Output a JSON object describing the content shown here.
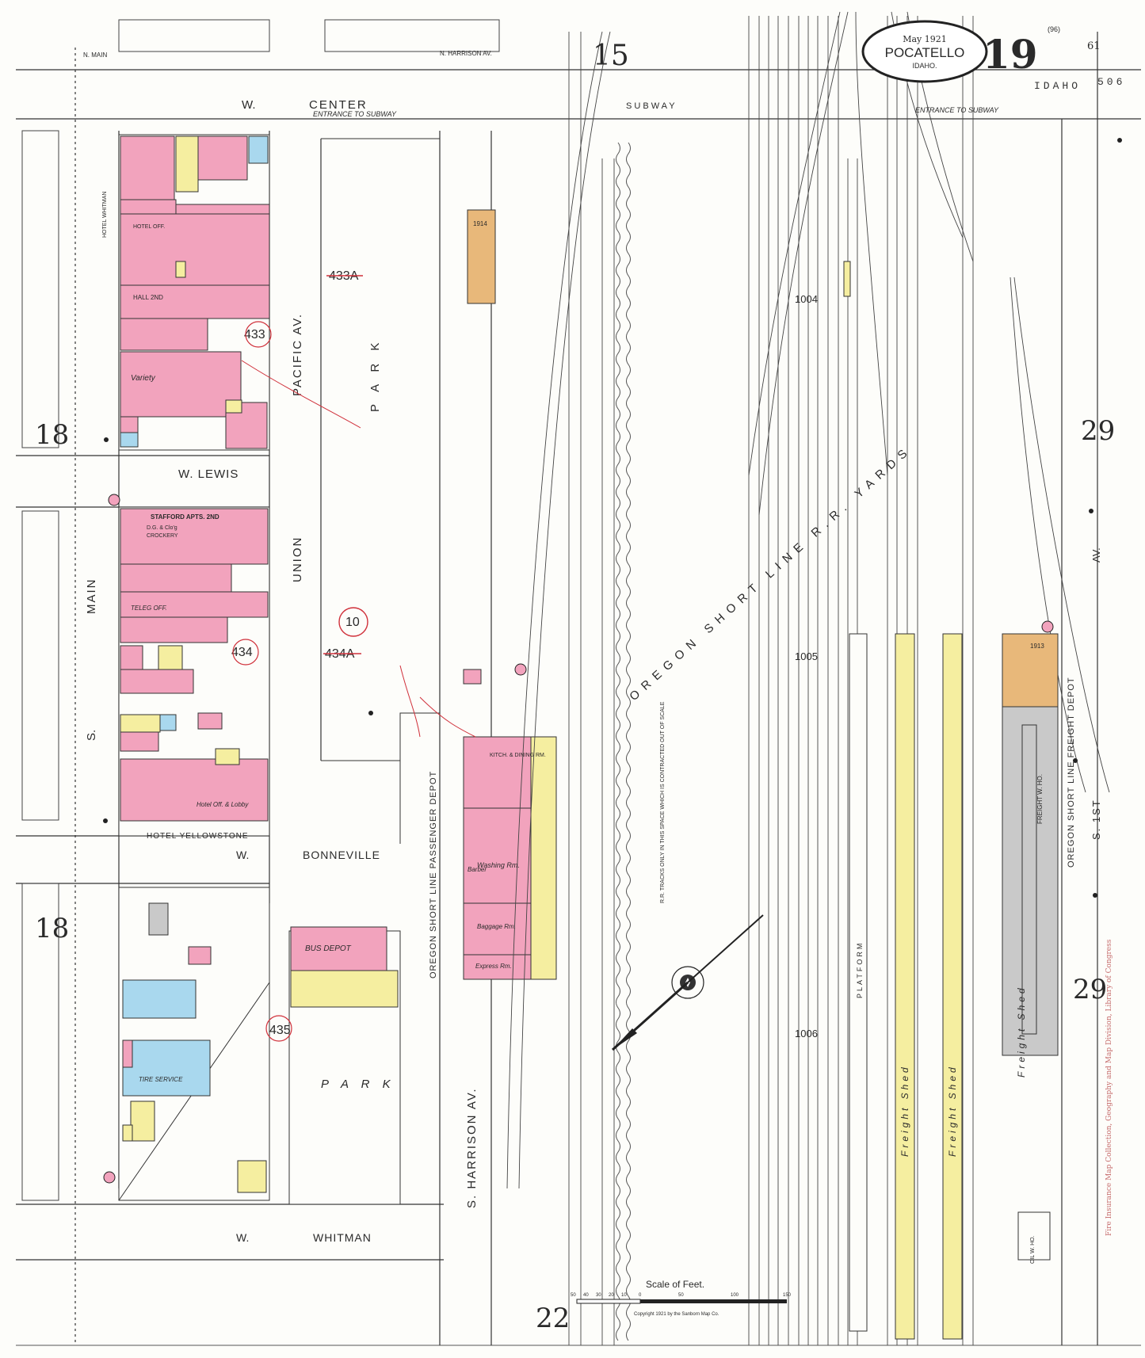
{
  "title_block": {
    "date": "May 1921",
    "city": "POCATELLO",
    "state": "IDAHO.",
    "sheet_number": "19",
    "sheet_ref_small": "(96)"
  },
  "edge_numbers": {
    "top_left_adjacent": "15",
    "top_right_adjacent": "61",
    "left_upper": "18",
    "left_lower": "18",
    "right_upper": "29",
    "right_lower": "29",
    "bottom": "22",
    "idaho_label": "IDAHO",
    "idaho_number": "506"
  },
  "streets": {
    "w_center": "CENTER",
    "w_prefix": "W.",
    "entrance_subway_left": "ENTRANCE TO SUBWAY",
    "subway": "S U B W A Y",
    "entrance_subway_right": "ENTRANCE TO SUBWAY",
    "n_main": "N. MAIN",
    "n_harrison": "N. HARRISON AV.",
    "main": "MAIN",
    "s_prefix": "S.",
    "w_lewis": "W. LEWIS",
    "pacific_av": "PACIFIC AV.",
    "union": "UNION",
    "bonneville": "BONNEVILLE",
    "whitman": "WHITMAN",
    "s_harrison_av": "S. HARRISON AV.",
    "s_1st_av": "AV.",
    "s_1st_prefix": "S. 1ST",
    "park_upper": "P A R K",
    "park_lower": "P A R K"
  },
  "block_numbers": [
    "433A",
    "433",
    "434",
    "434A",
    "435",
    "10"
  ],
  "railroad": {
    "yards_label": "OREGON SHORT LINE R.R. YARDS",
    "track_note": "R.R. TRACKS ONLY IN THIS SPACE WHICH IS CONTRACTED OUT OF SCALE",
    "passenger_depot": "OREGON SHORT LINE PASSENGER DEPOT",
    "freight_depot": "OREGON SHORT LINE FREIGHT DEPOT",
    "freight_shed": "Freight Shed",
    "platform": "PLATFORM",
    "section_numbers": [
      "1004",
      "1005",
      "1006"
    ]
  },
  "buildings": {
    "hotel_whitman": "HOTEL WHITMAN",
    "hotel_off": "HOTEL OFF.",
    "hall": "HALL 2ND",
    "variety": "Variety",
    "stafford_apts": "STAFFORD APTS. 2ND",
    "dg_clothing": "D.G. & Clo'g",
    "crockery": "CROCKERY",
    "teleg_off": "TELEG OFF.",
    "hotel_yellowstone": "HOTEL YELLOWSTONE",
    "hotel_off_lobby": "Hotel Off. & Lobby",
    "bus_depot": "BUS DEPOT",
    "fire_service": "TIRE SERVICE",
    "kitch_dining": "KITCH. & DINING RM.",
    "washing_rm": "Washing Rm.",
    "baggage_rm": "Baggage Rm.",
    "express_rm": "Express Rm.",
    "barber": "Barber",
    "freight_wh": "FREIGHT W. HO.",
    "oil_wh": "OIL W. HO.",
    "year_1914": "1914",
    "year_1913": "1913"
  },
  "scale": {
    "label": "Scale of Feet.",
    "ticks": [
      "50",
      "40",
      "30",
      "20",
      "10",
      "0",
      "50",
      "100",
      "150"
    ],
    "copyright": "Copyright 1921 by the Sanborn Map Co."
  },
  "stamp": {
    "text": "Fire Insurance Map Collection, Geography and Map Division, Library of Congress"
  },
  "colors": {
    "brick": "#f2a3bd",
    "frame": "#f5eea0",
    "stone": "#a9d8ee",
    "adobe": "#e8b87a",
    "iron": "#c9c9c9",
    "ink": "#2a2a2a",
    "annotation_red": "#d0303a"
  }
}
